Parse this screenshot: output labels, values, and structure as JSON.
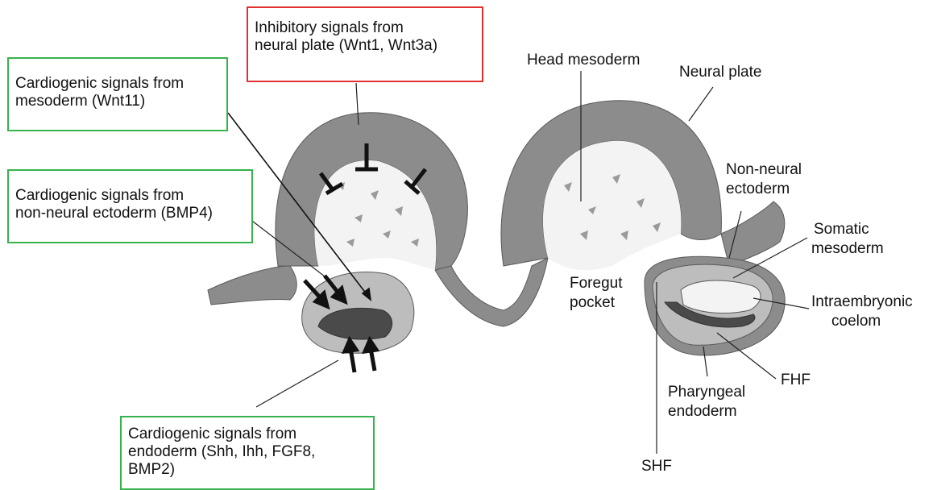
{
  "boxes": {
    "inhibitory": {
      "line1": "Inhibitory signals from",
      "line2": "neural plate (Wnt1, Wnt3a)",
      "border_color": "#e03131"
    },
    "mesoderm": {
      "line1": "Cardiogenic signals from",
      "line2": "mesoderm (Wnt11)",
      "border_color": "#37b24d"
    },
    "nonneural": {
      "line1": "Cardiogenic signals from",
      "line2": "non-neural ectoderm (BMP4)",
      "border_color": "#37b24d"
    },
    "endoderm": {
      "line1": "Cardiogenic signals from",
      "line2": "endoderm (Shh, Ihh, FGF8,",
      "line3": "BMP2)",
      "border_color": "#37b24d"
    }
  },
  "labels": {
    "head_mesoderm": "Head mesoderm",
    "neural_plate": "Neural plate",
    "non_neural_ectoderm_1": "Non-neural",
    "non_neural_ectoderm_2": "ectoderm",
    "somatic_mesoderm_1": "Somatic",
    "somatic_mesoderm_2": "mesoderm",
    "foregut_pocket_1": "Foregut",
    "foregut_pocket_2": "pocket",
    "intraembryonic_coelom_1": "Intraembryonic",
    "intraembryonic_coelom_2": "coelom",
    "fhf": "FHF",
    "pharyngeal_endoderm_1": "Pharyngeal",
    "pharyngeal_endoderm_2": "endoderm",
    "shf": "SHF"
  },
  "colors": {
    "tissue_gray": "#8c8c8c",
    "tissue_light": "#bdbdbd",
    "cardiac_dark": "#4a4a4a",
    "mesenchyme": "#9a9a9a"
  }
}
